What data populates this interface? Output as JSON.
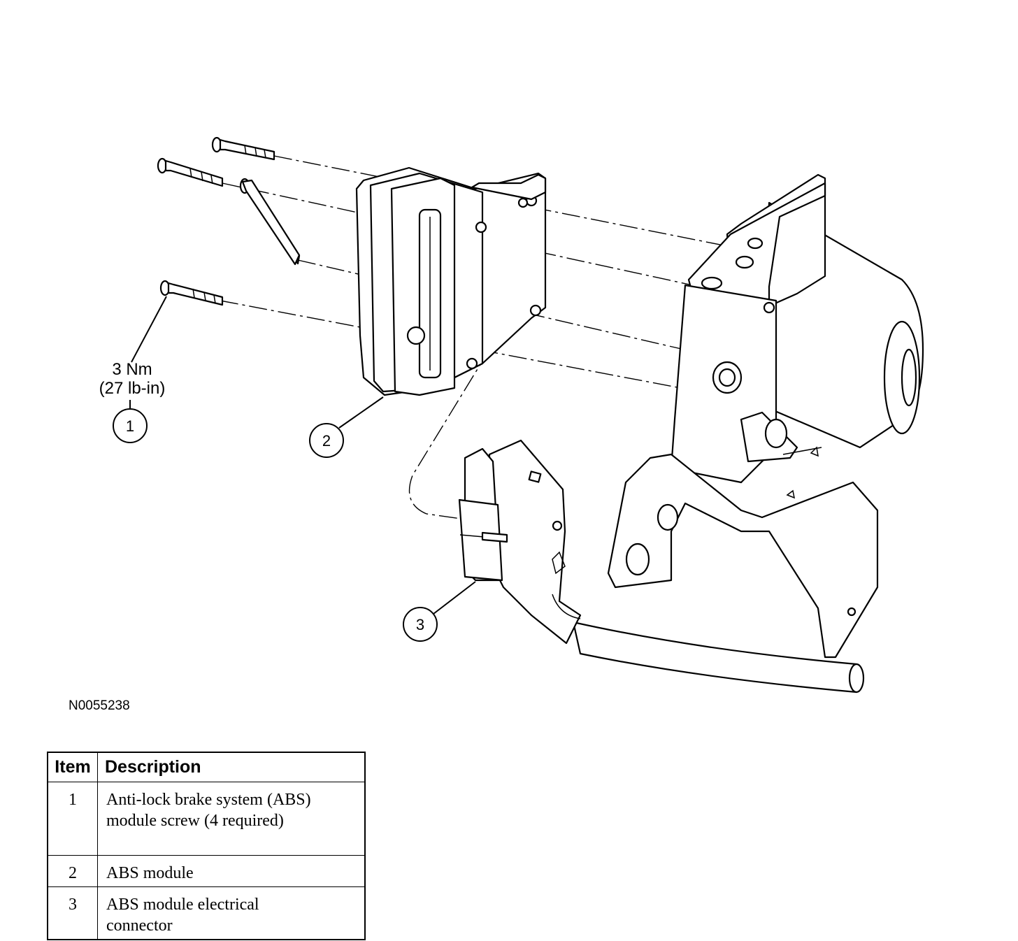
{
  "figure_id": "N0055238",
  "callouts": [
    {
      "number": "1",
      "torque_line1": "3 Nm",
      "torque_line2": "(27 lb-in)"
    },
    {
      "number": "2"
    },
    {
      "number": "3"
    }
  ],
  "table": {
    "headers": {
      "item": "Item",
      "description": "Description"
    },
    "rows": [
      {
        "item": "1",
        "description_lines": [
          "Anti-lock brake system (ABS)",
          "module screw (4 required)"
        ]
      },
      {
        "item": "2",
        "description_lines": [
          "ABS module"
        ]
      },
      {
        "item": "3",
        "description_lines": [
          "ABS module electrical",
          "connector"
        ]
      }
    ]
  }
}
